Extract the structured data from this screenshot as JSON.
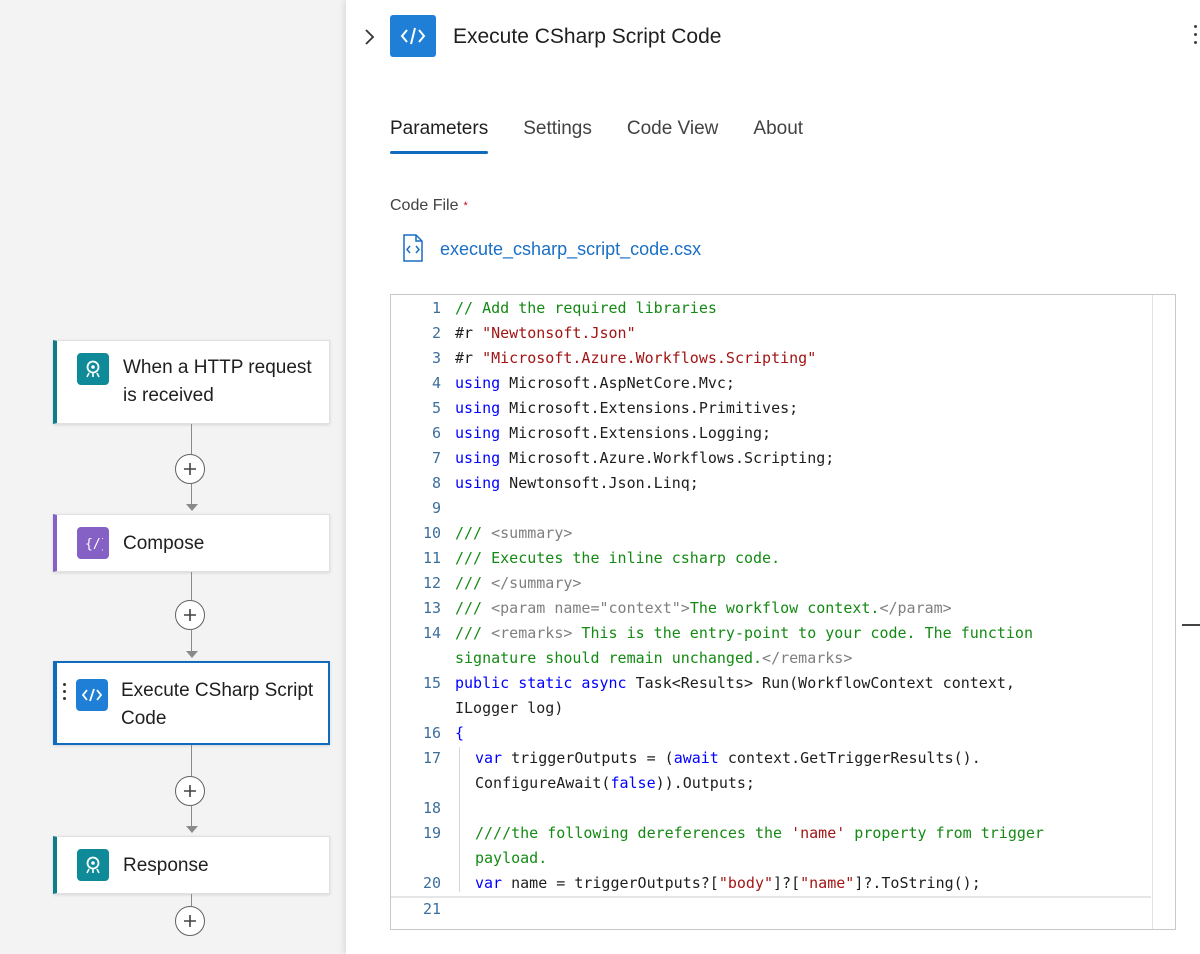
{
  "canvas": {
    "nodes": [
      {
        "label": "When a HTTP request is received",
        "icon": "http-request-icon",
        "color": "#0f8a99"
      },
      {
        "label": "Compose",
        "icon": "compose-icon",
        "color": "#8661c5"
      },
      {
        "label": "Execute CSharp Script Code",
        "icon": "code-icon",
        "color": "#1f7fd6",
        "selected": true
      },
      {
        "label": "Response",
        "icon": "http-request-icon",
        "color": "#0f8a99"
      }
    ],
    "add_icon": "plus-icon"
  },
  "panel": {
    "title": "Execute CSharp Script Code",
    "title_icon": "code-icon",
    "tabs": [
      {
        "label": "Parameters",
        "active": true
      },
      {
        "label": "Settings"
      },
      {
        "label": "Code View"
      },
      {
        "label": "About"
      }
    ],
    "code_file": {
      "label": "Code File",
      "required_marker": "*",
      "file_name": "execute_csharp_script_code.csx"
    },
    "code": {
      "line_numbers": [
        "1",
        "2",
        "3",
        "4",
        "5",
        "6",
        "7",
        "8",
        "9",
        "10",
        "11",
        "12",
        "13",
        "14",
        "15",
        "16",
        "17",
        "18",
        "19",
        "20",
        "21"
      ],
      "lines": {
        "l1": "// Add the required libraries",
        "l2a": "#r ",
        "l2b": "\"Newtonsoft.Json\"",
        "l3a": "#r ",
        "l3b": "\"Microsoft.Azure.Workflows.Scripting\"",
        "using": "using",
        "l4": " Microsoft.AspNetCore.Mvc;",
        "l5": " Microsoft.Extensions.Primitives;",
        "l6": " Microsoft.Extensions.Logging;",
        "l7": " Microsoft.Azure.Workflows.Scripting;",
        "l8": " Newtonsoft.Json.Linq;",
        "l10a": "/// ",
        "l10b": "<summary>",
        "l11": "/// Executes the inline csharp code.",
        "l12a": "/// ",
        "l12b": "</summary>",
        "l13a": "/// ",
        "l13b": "<param name=\"context\">",
        "l13c": "The workflow context.",
        "l13d": "</param>",
        "l14a": "/// ",
        "l14b": "<remarks>",
        "l14c": " This is the entry-point to your code. The function",
        "l14d": "signature should remain unchanged.",
        "l14e": "</remarks>",
        "l15a": "public static async",
        "l15b": " Task<Results> Run(WorkflowContext context,",
        "l15c": "ILogger log)",
        "l16": "{",
        "l17a": "var",
        "l17b": " triggerOutputs = (",
        "l17c": "await",
        "l17d": " context.GetTriggerResults().",
        "l17e": "ConfigureAwait(",
        "l17f": "false",
        "l17g": ")).Outputs;",
        "l19a": "////the following dereferences the ",
        "l19b": "'name'",
        "l19c": " property from trigger",
        "l19d": "payload.",
        "l20a": "var",
        "l20b": " name = triggerOutputs?[",
        "l20c": "\"body\"",
        "l20d": "]?[",
        "l20e": "\"name\"",
        "l20f": "]?.ToString();"
      }
    }
  }
}
